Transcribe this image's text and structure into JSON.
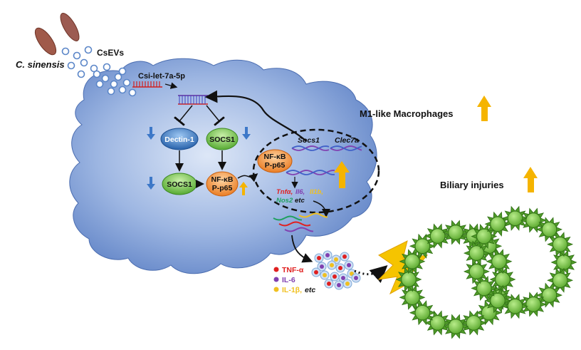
{
  "organism": "C. sinensis",
  "vesicles": "CsEVs",
  "mirna": "Csi-let-7a-5p",
  "macrophage_label": "M1-like  Macrophages",
  "biliary_label": "Biliary injuries",
  "nodes": {
    "dectin": "Dectin-1",
    "socs1_top": "SOCS1",
    "socs1_bottom": "SOCS1",
    "nfkb_line1": "NF-κB",
    "nfkb_line2": "P-p65"
  },
  "nucleus": {
    "gene_socs1": "Socs1",
    "gene_clec7a": "Clec7a",
    "nfkb_line1": "NF-κB",
    "nfkb_line2": "P-p65",
    "tnfa": "Tnfα,",
    "il6": "Il6,",
    "il1b": "Il1b,",
    "nos2": "Nos2",
    "etc": "etc"
  },
  "cytokines": {
    "tnf": "TNF-α",
    "il6": "IL-6",
    "il1b": "IL-1β,",
    "etc": "etc"
  },
  "colors": {
    "cell": "#7f9fd4",
    "green_node": "#6cbf3f",
    "blue_node": "#2f6fb8",
    "orange_node": "#f08a2e",
    "up_arrow": "#f5b400",
    "down_arrow": "#3d78c8",
    "tissue": "#5aa82e",
    "tnf": "#e02020",
    "il6": "#8040b0",
    "il1b": "#f0c020",
    "nos2": "#20a060"
  }
}
